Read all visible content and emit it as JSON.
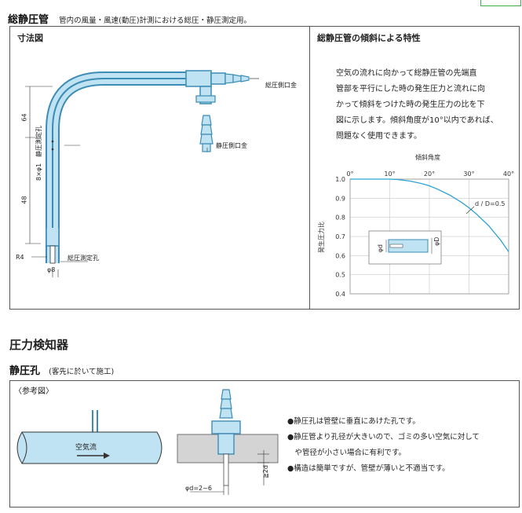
{
  "section1": {
    "title": "総静圧管",
    "subtitle": "管内の風量・風速(動圧)計測における総圧・静圧測定用。",
    "left_panel_title": "寸法図",
    "right_panel_title": "総静圧管の傾斜による特性",
    "description": "空気の流れに向かって総静圧管の先端直管部を平行にした時の発生圧力と流れに向かって傾斜をつけた時の発生圧力の比を下図に示します。傾斜角度が10°以内であれば、問題なく使用できます。",
    "description_lines": [
      "空気の流れに向かって総静圧管の先端直",
      "管部を平行にした時の発生圧力と流れに向",
      "かって傾斜をつけた時の発生圧力の比を下",
      "図に示します。傾斜角度が10°以内であれば、",
      "問題なく使用できます。"
    ],
    "drawing_labels": {
      "total_port": "総圧側口金",
      "static_port": "静圧側口金",
      "dim_64": "64",
      "dim_48": "48",
      "holes": "8×φ1　静圧測定孔",
      "r4": "R4",
      "phi8": "φ8",
      "total_hole": "総圧測定孔"
    }
  },
  "chart_data": {
    "type": "line",
    "title": "傾斜角度",
    "xlabel": "傾斜角度",
    "ylabel": "発生圧力比",
    "x_ticks": [
      "0°",
      "10°",
      "20°",
      "30°",
      "40°"
    ],
    "y_ticks": [
      "1.0",
      "0.9",
      "0.8",
      "0.7",
      "0.6",
      "0.5",
      "0.4"
    ],
    "xlim": [
      0,
      40
    ],
    "ylim": [
      0.4,
      1.0
    ],
    "grid": true,
    "series": [
      {
        "name": "d / D=0.5",
        "color": "#2ea3d6",
        "x": [
          0,
          5,
          10,
          12,
          15,
          18,
          20,
          22,
          25,
          28,
          30,
          32,
          35,
          38,
          40
        ],
        "y": [
          1.0,
          1.0,
          1.0,
          0.998,
          0.99,
          0.977,
          0.965,
          0.948,
          0.918,
          0.88,
          0.85,
          0.815,
          0.755,
          0.68,
          0.62
        ]
      }
    ],
    "inset_labels": {
      "d": "φd",
      "D": "φD"
    }
  },
  "section2": {
    "title": "圧力検知器",
    "sub_title": "静圧孔",
    "sub_note": "(客先に於いて施工)",
    "ref_label": "〈参考図〉",
    "flow_label": "空気流",
    "dim_d": "φd=2~6",
    "dim_t": "≧2d",
    "bullets": [
      "●静圧孔は管壁に垂直にあけた孔です。",
      "●静圧管より孔径が大きいので、ゴミの多い空気に対して",
      "　や管径が小さい場合に有利です。",
      "●構造は簡単ですが、管壁が薄いと不適当です。"
    ]
  },
  "colors": {
    "pipe_blue": "#bfe3f2",
    "pipe_dark": "#3d8cb5",
    "curve": "#2ea3d6",
    "wall_gray": "#d4d4d4",
    "accent_green": "#3fae49"
  }
}
